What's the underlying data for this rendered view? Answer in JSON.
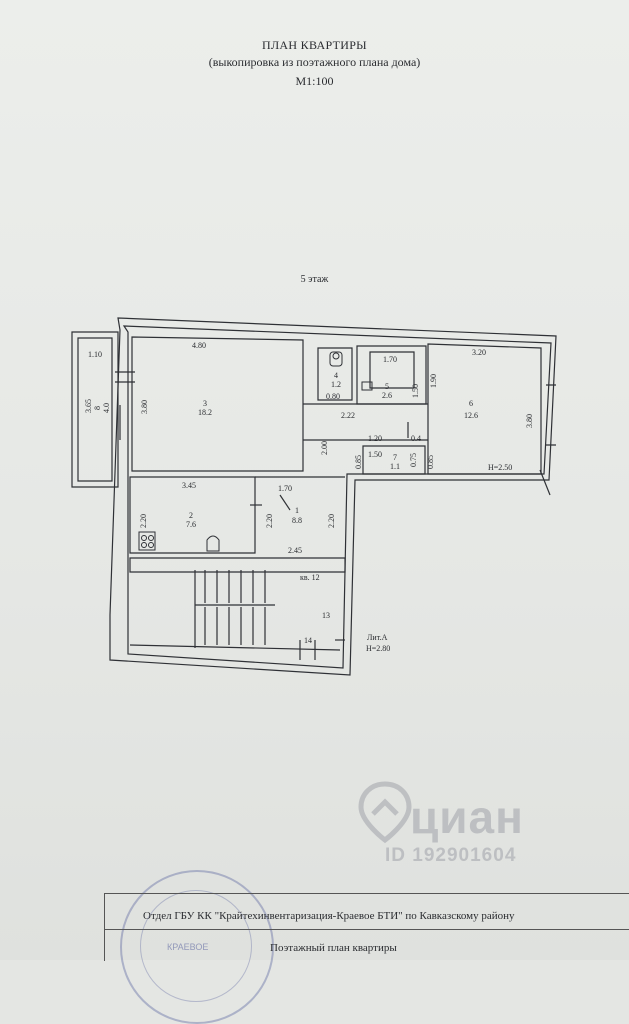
{
  "header": {
    "title": "ПЛАН КВАРТИРЫ",
    "subtitle": "(выкопировка из поэтажного плана дома)",
    "scale": "М1:100"
  },
  "floor_label": "5 этаж",
  "rooms": [
    {
      "num": "1",
      "area": "8.8"
    },
    {
      "num": "2",
      "area": "7.6"
    },
    {
      "num": "3",
      "area": "18.2"
    },
    {
      "num": "4",
      "area": "1.2"
    },
    {
      "num": "5",
      "area": "2.6"
    },
    {
      "num": "6",
      "area": "12.6"
    },
    {
      "num": "7",
      "area": "1.1"
    },
    {
      "num": "8",
      "area": "4.0"
    }
  ],
  "dimensions": {
    "d1": "1.10",
    "d2": "4.80",
    "d3": "1.70",
    "d4": "3.20",
    "d5": "3.65",
    "d6": "3.80",
    "d7": "0.80",
    "d8": "2.22",
    "d9": "1.50",
    "d10": "1.90",
    "d11": "3.80",
    "d12": "1.20",
    "d13": "0.4",
    "d14": "1.50",
    "d15": "0.85",
    "d16": "0.75",
    "d17": "0.85",
    "d18": "2.00",
    "d19": "3.45",
    "d20": "1.70",
    "d21": "2.20",
    "d22": "2.20",
    "d23": "2.20",
    "d24": "2.45"
  },
  "labels": {
    "ceiling_room6": "H=2.50",
    "apartment": "кв. 12",
    "stair_13": "13",
    "stair_14": "14",
    "liter": "Лит.А",
    "ceiling_main": "H=2.80"
  },
  "watermark": {
    "brand": "циан",
    "id": "ID 192901604"
  },
  "stamp_text": "КРАЕВОЕ",
  "footer": {
    "organization": "Отдел ГБУ КК \"Крайтехинвентаризация-Краевое БТИ\" по Кавказскому району",
    "document": "Поэтажный план квартиры"
  }
}
